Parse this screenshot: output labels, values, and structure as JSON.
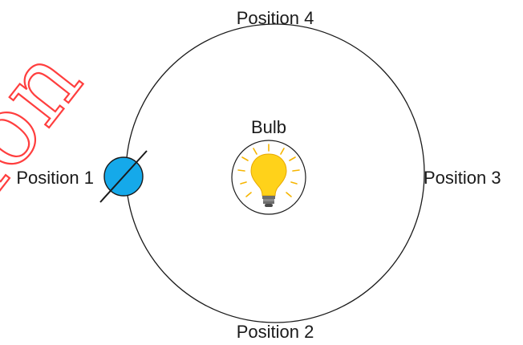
{
  "labels": {
    "top": "Position 4",
    "bottom": "Position 2",
    "left": "Position 1",
    "right": "Position 3",
    "center": "Bulb"
  },
  "watermark_text": "ion",
  "icons": {
    "bulb": "lightbulb-icon",
    "planet": "tilted-planet-icon"
  },
  "colors": {
    "orbit": "#1a1a1a",
    "planet_fill": "#15a9ea",
    "bulb_glass": "#ffd21a",
    "bulb_rays": "#f6b500",
    "watermark": "#ff2a2a"
  }
}
